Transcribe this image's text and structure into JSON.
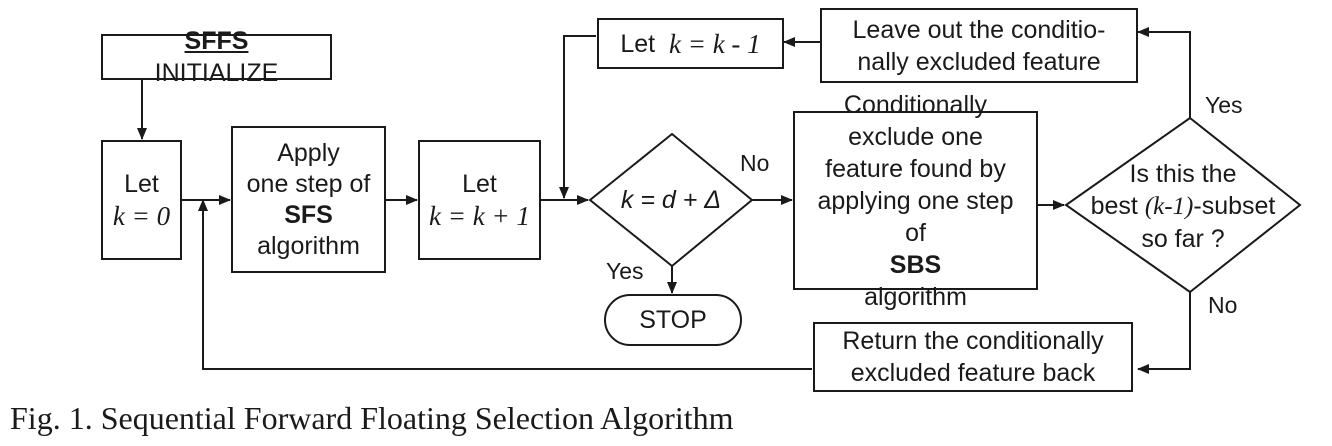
{
  "init_box": {
    "name": "SFFS",
    "rest": " INITIALIZE"
  },
  "let_k0": {
    "line1": "Let",
    "line2": "k = 0"
  },
  "sfs_step": {
    "line1": "Apply",
    "line2": "one step of",
    "line3": "SFS",
    "line4": "algorithm"
  },
  "let_kplus": {
    "line1": "Let",
    "line2": "k = k + 1"
  },
  "decision_k": {
    "text": "k = d + Δ",
    "yes_label": "Yes",
    "no_label": "No"
  },
  "stop": {
    "label": "STOP"
  },
  "exclude_box": {
    "line1": "Conditionally",
    "line2": "exclude one",
    "line3": "feature found by",
    "line4": "applying one step",
    "line5_pre": "of ",
    "line5_bold": "SBS",
    "line5_post": " algorithm"
  },
  "decision_best": {
    "line1": "Is this the",
    "line2_pre": "best ",
    "line2_math": "(k-1)",
    "line2_post": "-subset",
    "line3": "so far ?",
    "yes_label": "Yes",
    "no_label": "No"
  },
  "leave_out": {
    "line1": "Leave out  the conditio-",
    "line2": "nally excluded feature"
  },
  "let_kminus": {
    "pre": "Let  ",
    "math": "k = k - 1"
  },
  "return_box": {
    "line1": "Return the conditionally",
    "line2": "excluded feature back"
  },
  "caption": "Fig. 1. Sequential Forward Floating Selection Algorithm"
}
